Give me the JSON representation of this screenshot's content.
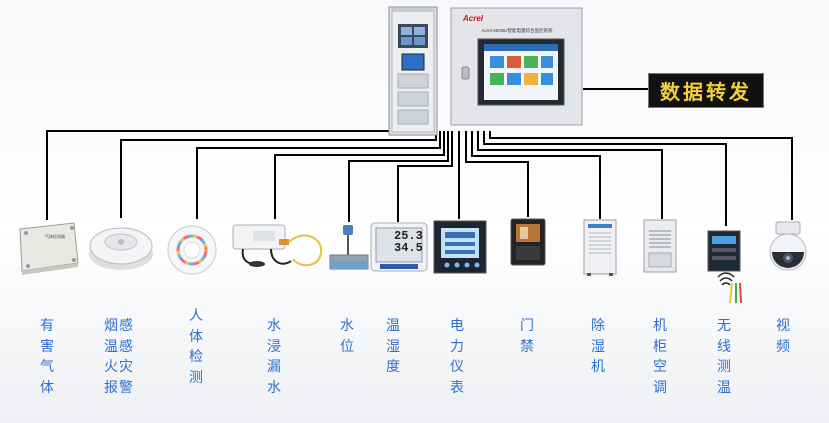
{
  "gateway": {
    "brand": "Acrel",
    "panel_title": "Acrel-2000E/智能电量综合监控系统"
  },
  "forwarding_label": "数据转发",
  "devices": [
    {
      "label": "有害气体",
      "box_text": "气体检测器"
    },
    {
      "label": "烟感温感火灾报警"
    },
    {
      "label": "人体检测"
    },
    {
      "label": "水浸漏水"
    },
    {
      "label": "水位"
    },
    {
      "label": "温湿度",
      "temperature": "25.3",
      "humidity": "34.5"
    },
    {
      "label": "电力仪表"
    },
    {
      "label": "门禁"
    },
    {
      "label": "除湿机"
    },
    {
      "label": "机柜空调"
    },
    {
      "label": "无线测温"
    },
    {
      "label": "视频"
    }
  ],
  "colors": {
    "label": "#2f6fd0",
    "banner_text": "#f2d03a",
    "banner_bg": "#111111",
    "wire": "#000000"
  }
}
